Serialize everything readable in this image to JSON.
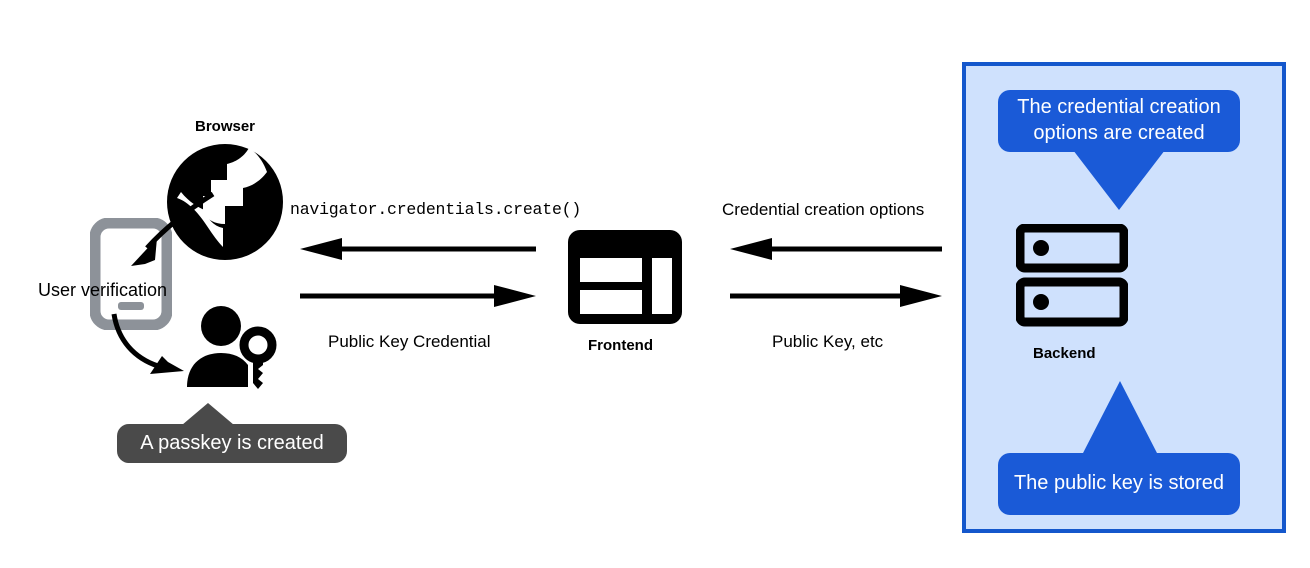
{
  "diagram": {
    "title": "WebAuthn passkey registration flow",
    "colors": {
      "blue_panel_bg": "#cfe1fd",
      "blue_panel_border": "#1457cc",
      "callout_blue": "#1a5ad7",
      "callout_gray": "#4a4a4a",
      "icon_black": "#000000",
      "phone_gray": "#8d9299"
    }
  },
  "browser": {
    "label": "Browser",
    "icon": "globe-icon"
  },
  "phone": {
    "icon": "smartphone-icon",
    "label": "User verification"
  },
  "user": {
    "icon": "person-with-key-icon",
    "callout": "A passkey is created"
  },
  "frontend": {
    "label": "Frontend",
    "icon": "web-layout-icon"
  },
  "backend": {
    "label": "Backend",
    "icon": "server-stack-icon",
    "callout_top": "The credential creation options are created",
    "callout_bottom": "The public key is stored"
  },
  "arrows": {
    "browser_to_frontend": {
      "top_label": "navigator.credentials.create()",
      "bottom_label": "Public Key Credential",
      "top_direction": "left",
      "bottom_direction": "right"
    },
    "frontend_to_backend": {
      "top_label": "Credential creation options",
      "bottom_label": "Public Key, etc",
      "top_direction": "left",
      "bottom_direction": "right"
    }
  }
}
